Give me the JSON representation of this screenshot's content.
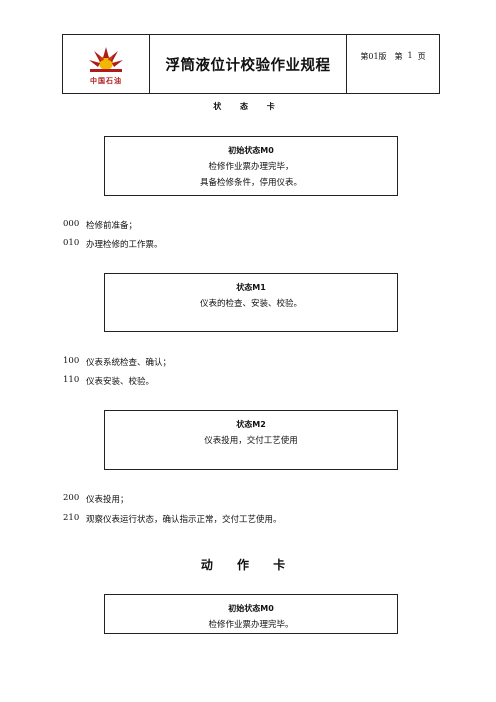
{
  "header": {
    "logo_text": "中国石油",
    "title": "浮筒液位计校验作业规程",
    "version": "第01版",
    "page_prefix": "第",
    "page_num": "1",
    "page_suffix": "页"
  },
  "state_card_title": "状 态 卡",
  "action_card_title": "动 作 卡",
  "states": [
    {
      "title": "初始状态M0",
      "lines": [
        "检修作业票办理完毕，",
        "具备检修条件，停用仪表。"
      ]
    },
    {
      "title": "状态M1",
      "lines": [
        "仪表的检查、安装、校验。"
      ]
    },
    {
      "title": "状态M2",
      "lines": [
        "仪表投用，交付工艺使用"
      ]
    }
  ],
  "steps": [
    {
      "code": "000",
      "text": "检修前准备；"
    },
    {
      "code": "010",
      "text": "办理检修的工作票。"
    },
    {
      "code": "100",
      "text": "仪表系统检查、确认；"
    },
    {
      "code": "110",
      "text": "仪表安装、校验。"
    },
    {
      "code": "200",
      "text": "仪表投用；"
    },
    {
      "code": "210",
      "text": "观察仪表运行状态，确认指示正常，交付工艺使用。"
    }
  ],
  "action_state": {
    "title": "初始状态M0",
    "lines": [
      "检修作业票办理完毕。"
    ]
  },
  "colors": {
    "logo_red": "#b01a1a",
    "logo_yellow": "#f2b705",
    "border": "#222222"
  }
}
